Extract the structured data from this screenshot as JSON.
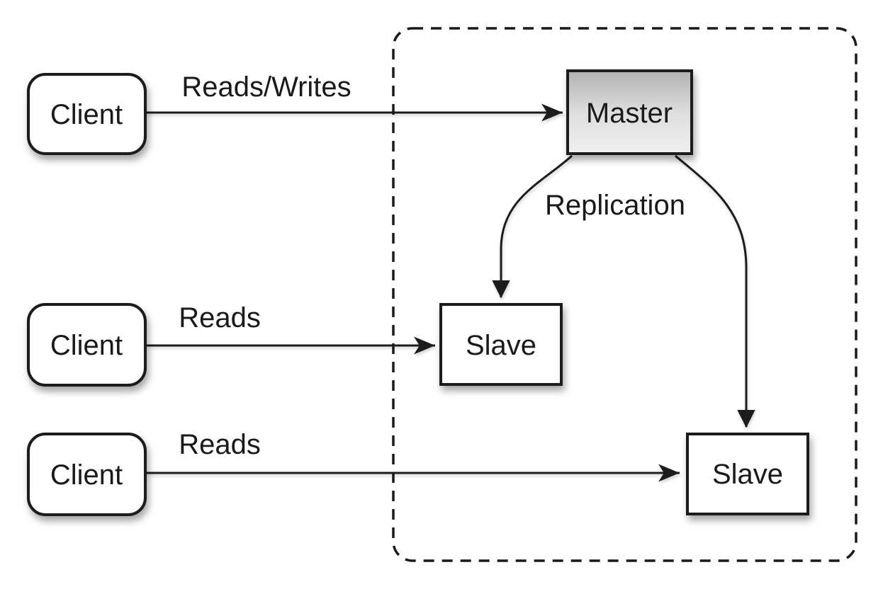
{
  "diagram": {
    "type": "architecture-diagram",
    "topic": "Master-slave database replication",
    "nodes": {
      "client1": {
        "label": "Client",
        "shape": "rounded-rect",
        "fill": "#ffffff"
      },
      "client2": {
        "label": "Client",
        "shape": "rounded-rect",
        "fill": "#ffffff"
      },
      "client3": {
        "label": "Client",
        "shape": "rounded-rect",
        "fill": "#ffffff"
      },
      "master": {
        "label": "Master",
        "shape": "rect",
        "fill_gradient_top": "#b5b5b5",
        "fill_gradient_bottom": "#f0f0f0"
      },
      "slave1": {
        "label": "Slave",
        "shape": "rect",
        "fill": "#ffffff"
      },
      "slave2": {
        "label": "Slave",
        "shape": "rect",
        "fill": "#ffffff"
      }
    },
    "edges": {
      "reads_writes": {
        "label": "Reads/Writes",
        "from": "client1",
        "to": "master",
        "style": "straight-arrow"
      },
      "reads_top": {
        "label": "Reads",
        "from": "client2",
        "to": "slave1",
        "style": "straight-arrow"
      },
      "reads_bottom": {
        "label": "Reads",
        "from": "client3",
        "to": "slave2",
        "style": "straight-arrow"
      },
      "replication": {
        "label": "Replication",
        "from": "master",
        "to": "slave1 and slave2",
        "style": "curved-arrows"
      }
    },
    "cluster": {
      "style": "dashed-rounded-border",
      "contains": "master, slave1, slave2"
    },
    "colors": {
      "stroke": "#1a1a1a",
      "background": "#ffffff",
      "box_fill": "#ffffff",
      "master_gradient_top": "#b5b5b5",
      "master_gradient_bottom": "#f0f0f0"
    }
  }
}
